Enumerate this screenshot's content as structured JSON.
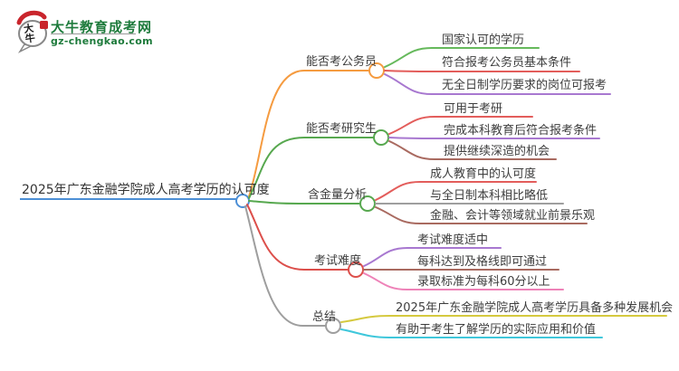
{
  "logo": {
    "bubble_text": "大牛",
    "title": "大牛教育成考网",
    "subtitle": "gz-chengkao.com",
    "brand_green": "#1e7b3c",
    "brand_red": "#c9252c"
  },
  "mindmap": {
    "root": {
      "label": "2025年广东金融学院成人高考学历的认可度",
      "color": "#4c8fd6"
    },
    "branches": [
      {
        "label": "能否考公务员",
        "color": "#f59b40",
        "children": [
          {
            "label": "国家认可的学历",
            "color": "#66b95c"
          },
          {
            "label": "符合报考公务员基本条件",
            "color": "#e35d5b"
          },
          {
            "label": "无全日制学历要求的岗位可报考",
            "color": "#a878d0"
          }
        ]
      },
      {
        "label": "能否考研究生",
        "color": "#57a84f",
        "children": [
          {
            "label": "可用于考研",
            "color": "#e35d5b"
          },
          {
            "label": "完成本科教育后符合报考条件",
            "color": "#a878d0"
          },
          {
            "label": "提供继续深造的机会",
            "color": "#a96a60"
          }
        ]
      },
      {
        "label": "含金量分析",
        "color": "#57a84f",
        "children": [
          {
            "label": "成人教育中的认可度",
            "color": "#e35d5b"
          },
          {
            "label": "与全日制本科相比略低",
            "color": "#9e9e9e"
          },
          {
            "label": "金融、会计等领域就业前景乐观",
            "color": "#a96a60"
          }
        ]
      },
      {
        "label": "考试难度",
        "color": "#dc4f4b",
        "children": [
          {
            "label": "考试难度适中",
            "color": "#a878d0"
          },
          {
            "label": "每科达到及格线即可通过",
            "color": "#a96a60"
          },
          {
            "label": "录取标准为每科60分以上",
            "color": "#ee82b8"
          }
        ]
      },
      {
        "label": "总结",
        "color": "#9e9e9e",
        "children": [
          {
            "label": "2025年广东金融学院成人高考学历具备多种发展机会",
            "color": "#d5c93f"
          },
          {
            "label": "有助于考生了解学历的实际应用和价值",
            "color": "#3fc7db"
          }
        ]
      }
    ]
  }
}
